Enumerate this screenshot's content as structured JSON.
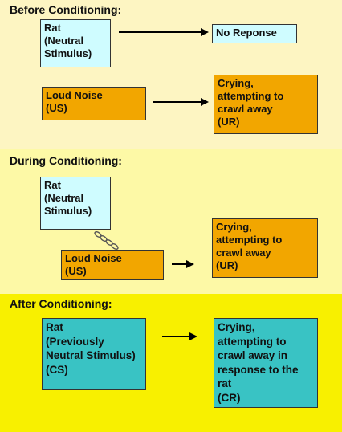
{
  "sections": [
    {
      "heading": "Before Conditioning:",
      "neutral_box": "Rat\n(Neutral\nStimulus)",
      "response_box": "No Reponse",
      "us_box": "Loud Noise\n(US)",
      "ur_box": "Crying,\nattempting to\ncrawl away\n(UR)"
    },
    {
      "heading": "During Conditioning:",
      "neutral_box": "Rat\n(Neutral\nStimulus)",
      "us_box": "Loud Noise\n(US)",
      "ur_box": "Crying,\nattempting to\ncrawl away\n(UR)"
    },
    {
      "heading": "After Conditioning:",
      "cs_box": "Rat\n(Previously\nNeutral Stimulus)\n(CS)",
      "cr_box": "Crying,\nattempting to\ncrawl away in\nresponse to the\nrat\n(CR)"
    }
  ],
  "colors": {
    "panel_before": "#fdf5c2",
    "panel_during": "#fdf9a6",
    "panel_after": "#f8f000",
    "neutral_box": "#cffcff",
    "us_box": "#f2a600",
    "after_box": "#39c3c4"
  }
}
